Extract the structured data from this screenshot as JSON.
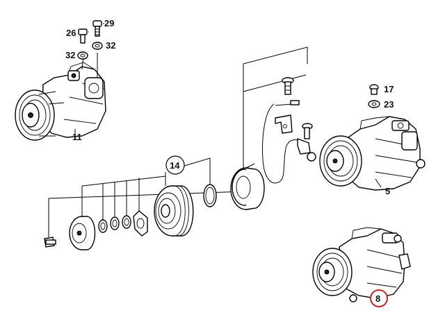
{
  "diagram": {
    "callouts": [
      {
        "id": "c29",
        "text": "29"
      },
      {
        "id": "c26",
        "text": "26"
      },
      {
        "id": "c32a",
        "text": "32"
      },
      {
        "id": "c32b",
        "text": "32"
      },
      {
        "id": "c11",
        "text": "11"
      },
      {
        "id": "c14",
        "text": "14"
      },
      {
        "id": "c17",
        "text": "17"
      },
      {
        "id": "c23",
        "text": "23"
      },
      {
        "id": "c5",
        "text": "5"
      },
      {
        "id": "c8",
        "text": "8"
      }
    ],
    "highlight_color": "#cc2222"
  }
}
